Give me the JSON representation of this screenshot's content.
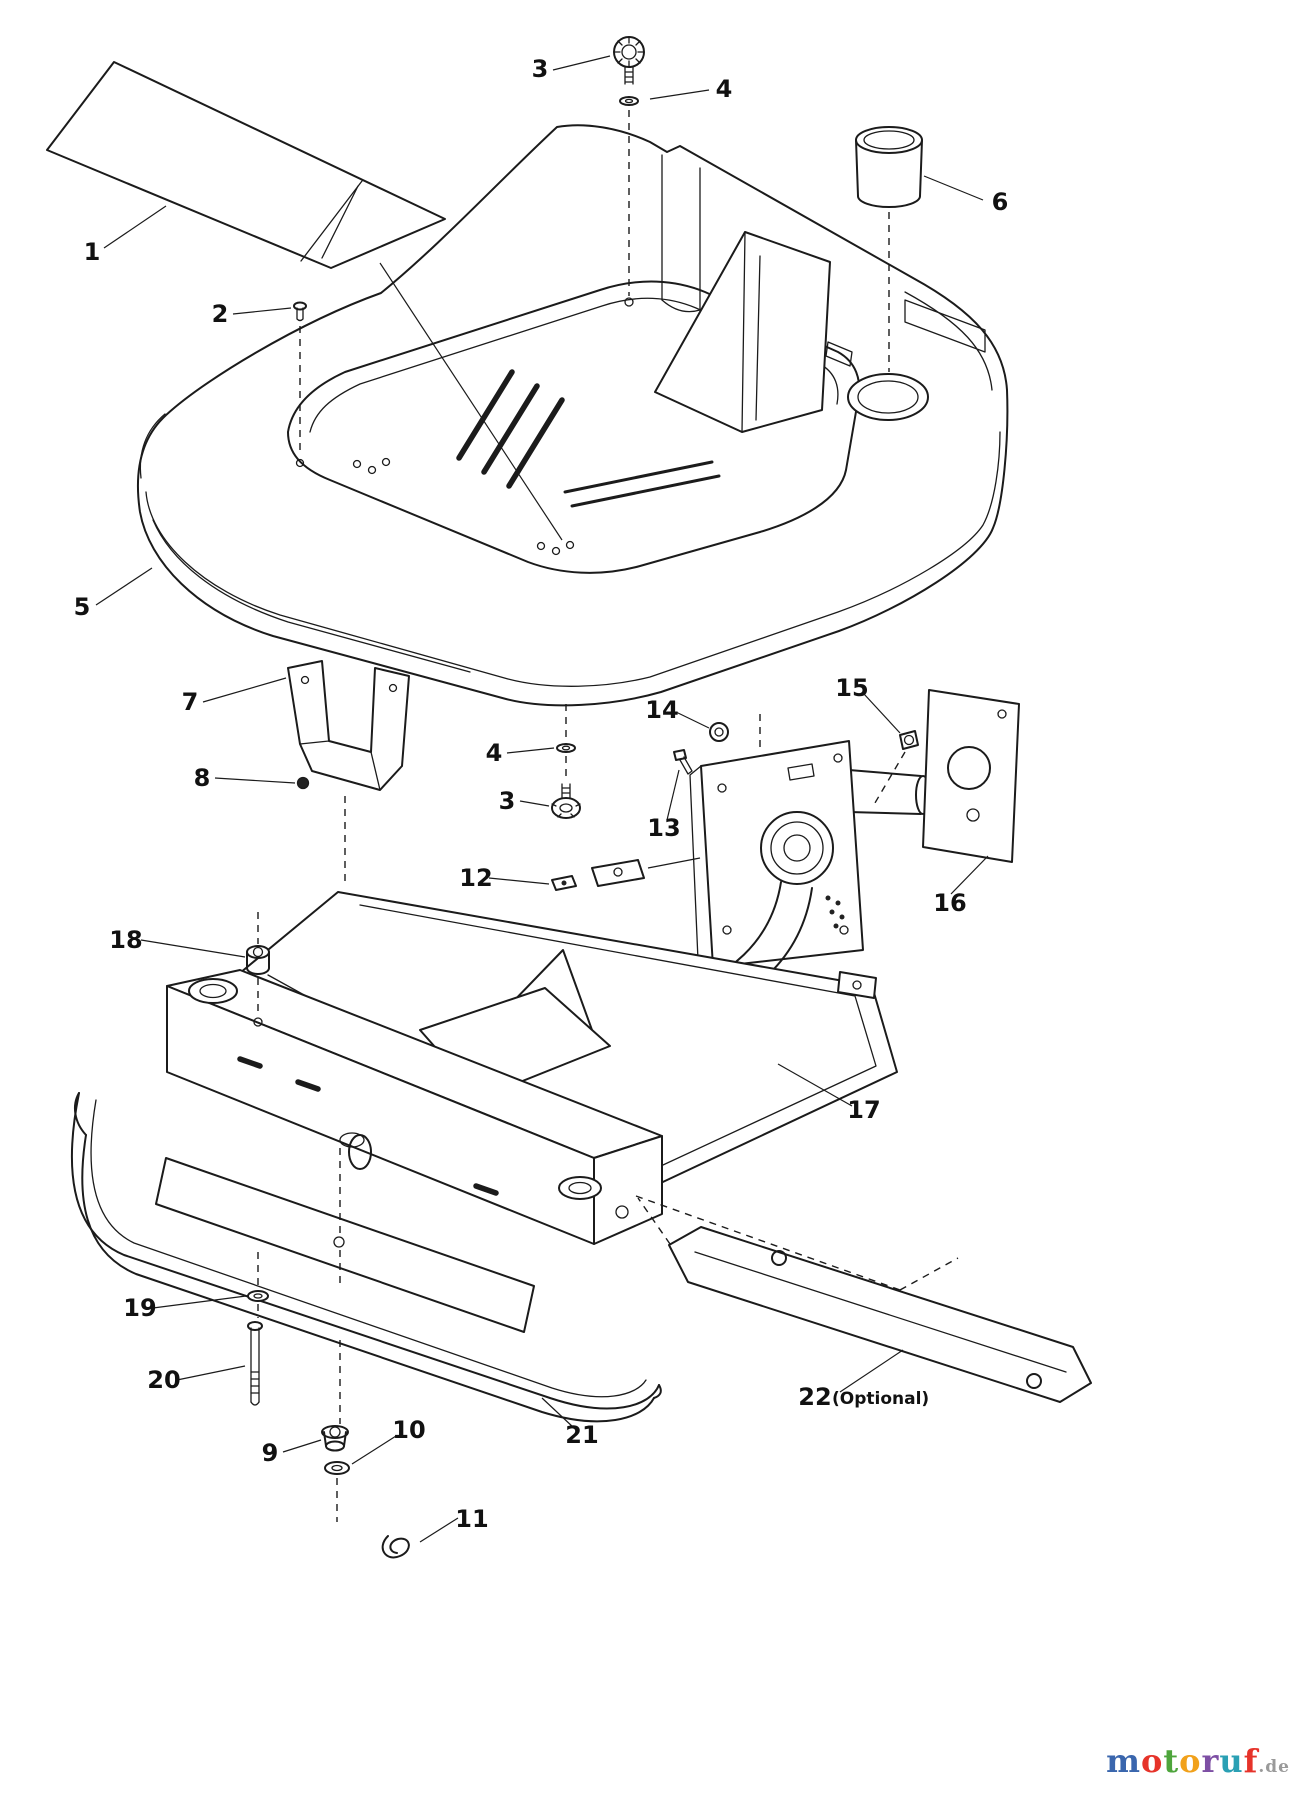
{
  "diagram": {
    "callouts": {
      "c1": "1",
      "c2": "2",
      "c3_top": "3",
      "c4_top": "4",
      "c5": "5",
      "c6": "6",
      "c7": "7",
      "c8": "8",
      "c4_mid": "4",
      "c3_mid": "3",
      "c12": "12",
      "c13": "13",
      "c14": "14",
      "c15": "15",
      "c16": "16",
      "c17": "17",
      "c18": "18",
      "c19": "19",
      "c20": "20",
      "c9": "9",
      "c10": "10",
      "c11": "11",
      "c21": "21",
      "c22": "22"
    },
    "optional_note": "(Optional)"
  },
  "watermark": {
    "parts": [
      {
        "char": "m",
        "color": "#3a66ad"
      },
      {
        "char": "o",
        "color": "#e6332a"
      },
      {
        "char": "t",
        "color": "#4ea53c"
      },
      {
        "char": "o",
        "color": "#f1a11b"
      },
      {
        "char": "r",
        "color": "#7d4fa4"
      },
      {
        "char": "u",
        "color": "#2aa0b4"
      },
      {
        "char": "f",
        "color": "#e6332a"
      }
    ],
    "suffix": ".de",
    "suffix_color": "#9a9a9a"
  }
}
